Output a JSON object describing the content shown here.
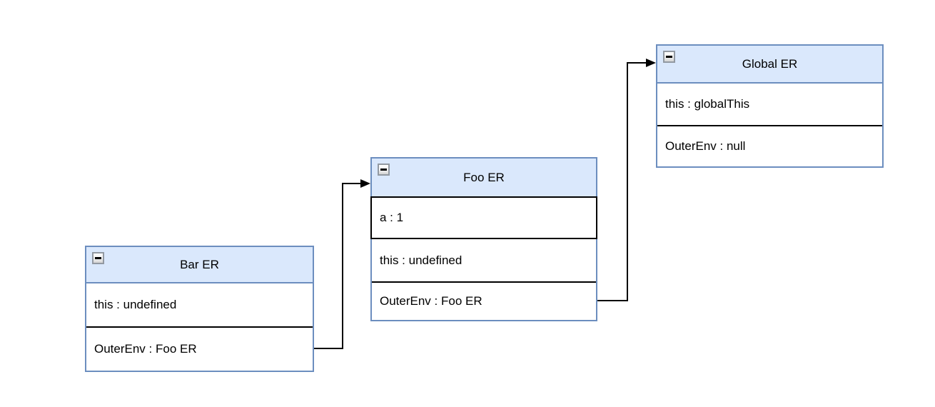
{
  "diagram": {
    "type": "environment-record-diagram",
    "background": "#ffffff",
    "colors": {
      "box_border": "#6c8ebf",
      "header_fill": "#dae8fc",
      "row_fill": "#ffffff",
      "row_divider": "#000000",
      "highlight_row_border": "#000000",
      "connector": "#000000",
      "text": "#000000",
      "collapse_button_border": "#9299a2"
    },
    "boxes": [
      {
        "title": "Bar ER",
        "collapse_icon": "minus-icon",
        "rows": [
          {
            "label": "this : undefined"
          },
          {
            "label": "OuterEnv : Foo ER"
          }
        ]
      },
      {
        "title": "Foo ER",
        "collapse_icon": "minus-icon",
        "rows": [
          {
            "label": "a : 1"
          },
          {
            "label": "this : undefined"
          },
          {
            "label": "OuterEnv : Foo ER"
          }
        ]
      },
      {
        "title": "Global ER",
        "collapse_icon": "minus-icon",
        "rows": [
          {
            "label": "this : globalThis"
          },
          {
            "label": "OuterEnv : null"
          }
        ]
      }
    ],
    "connectors": [
      {
        "from": "Bar ER : OuterEnv row",
        "to": "Foo ER : header",
        "style": "orthogonal-black-arrow"
      },
      {
        "from": "Foo ER : OuterEnv row",
        "to": "Global ER : header",
        "style": "orthogonal-black-arrow"
      }
    ]
  }
}
